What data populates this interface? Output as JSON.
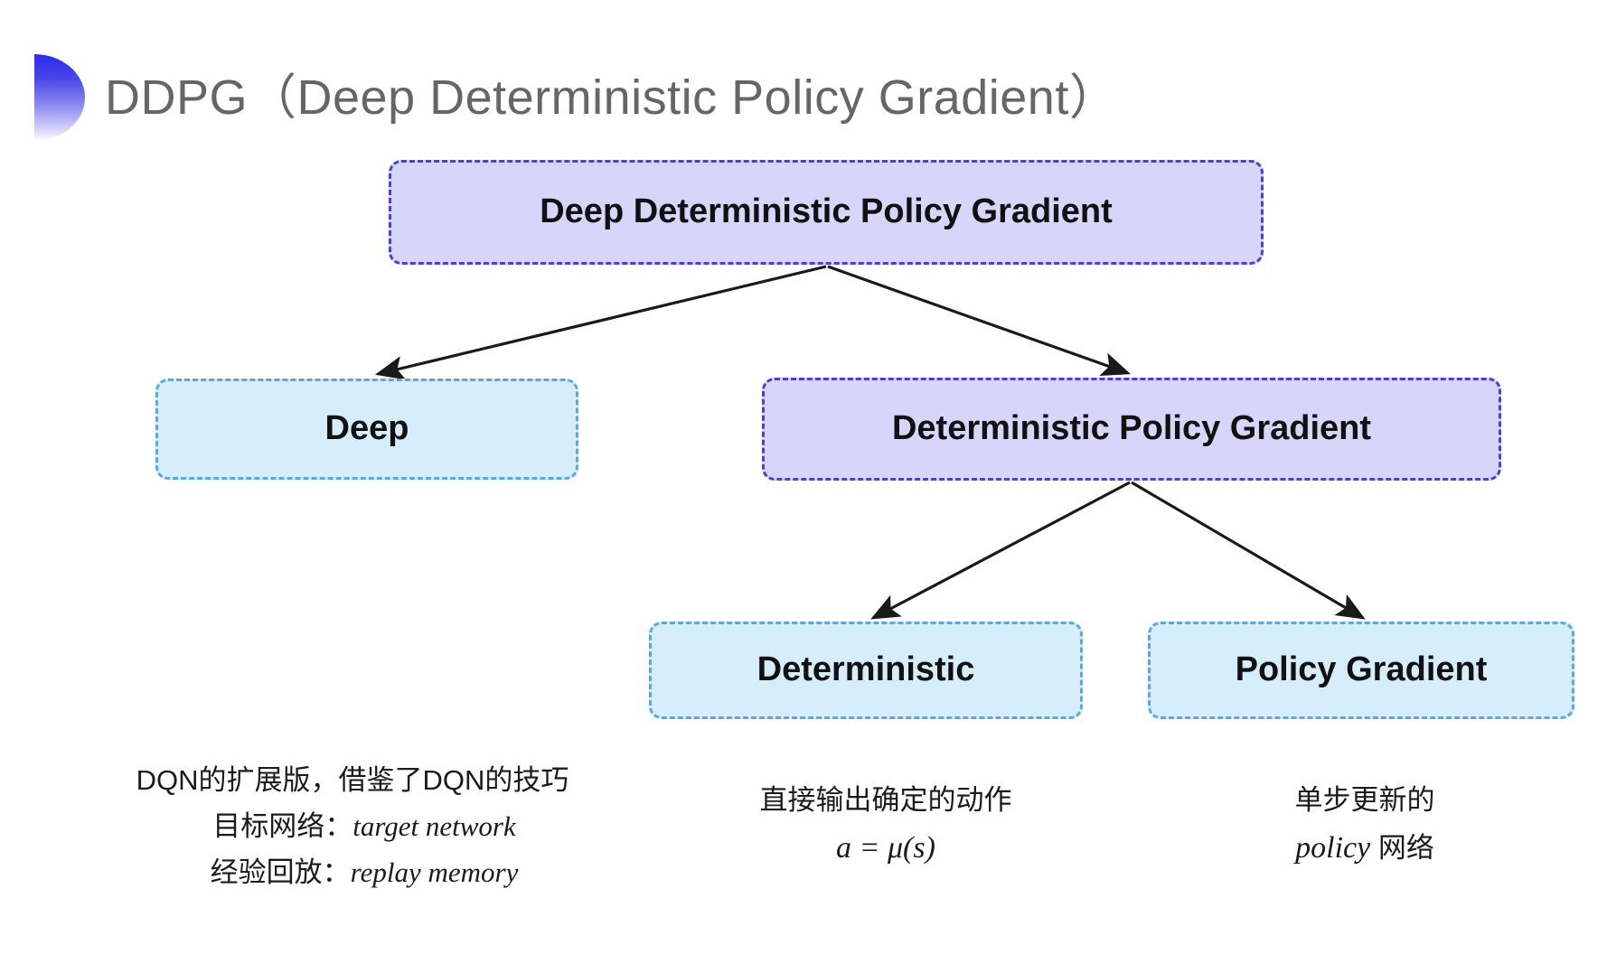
{
  "slide": {
    "title": "DDPG（Deep Deterministic Policy Gradient）",
    "background_color": "#ffffff",
    "title_color": "#666666",
    "bullet_gradient_from": "#2b2bf0",
    "bullet_gradient_to": "#ffffff"
  },
  "diagram": {
    "type": "tree",
    "colors": {
      "purple_fill": "#d8d5fb",
      "purple_border": "#4a3fd8",
      "blue_fill": "#d6eefb",
      "blue_border": "#5aa8dc",
      "arrow": "#1a1a1a"
    },
    "nodes": [
      {
        "id": "root",
        "label": "Deep Deterministic Policy Gradient",
        "style": "purple"
      },
      {
        "id": "deep",
        "label": "Deep",
        "style": "blue"
      },
      {
        "id": "dpg",
        "label": "Deterministic Policy Gradient",
        "style": "purple"
      },
      {
        "id": "deterministic",
        "label": "Deterministic",
        "style": "blue"
      },
      {
        "id": "policy_gradient",
        "label": "Policy Gradient",
        "style": "blue"
      }
    ],
    "edges": [
      {
        "from": "root",
        "to": "deep"
      },
      {
        "from": "root",
        "to": "dpg"
      },
      {
        "from": "dpg",
        "to": "deterministic"
      },
      {
        "from": "dpg",
        "to": "policy_gradient"
      }
    ]
  },
  "captions": {
    "left": {
      "line1": "DQN的扩展版，借鉴了DQN的技巧",
      "line2_label": "目标网络：",
      "line2_term": "target network",
      "line3_label": "经验回放：",
      "line3_term": "replay memory"
    },
    "middle": {
      "line1": "直接输出确定的动作",
      "line2": "a = μ(s)"
    },
    "right": {
      "line1": "单步更新的",
      "line2_term": "policy",
      "line2_suffix": " 网络"
    }
  }
}
